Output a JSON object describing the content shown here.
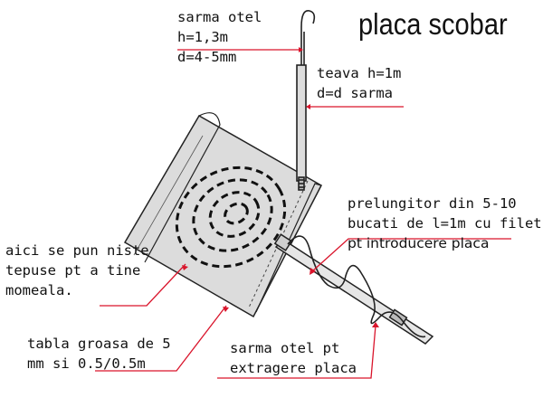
{
  "title": "placa scobar",
  "labels": {
    "wire": [
      "sarma otel",
      "h=1,3m",
      "d=4-5mm"
    ],
    "tube": [
      "teava h=1m",
      "d=d sarma"
    ],
    "extension": [
      "prelungitor din 5-10",
      "bucati de l=1m cu filet",
      "pt introducere placa"
    ],
    "bait": [
      "aici se pun niste",
      "tepuse pt a tine",
      "momeala."
    ],
    "sheet": [
      "tabla groasa de 5",
      "mm si 0.5/0.5m"
    ],
    "pull_wire": [
      "sarma otel pt",
      "extragere placa"
    ]
  },
  "colors": {
    "leader": "#d9142b",
    "plate_fill": "#dcdcdc",
    "outline": "#222222"
  }
}
